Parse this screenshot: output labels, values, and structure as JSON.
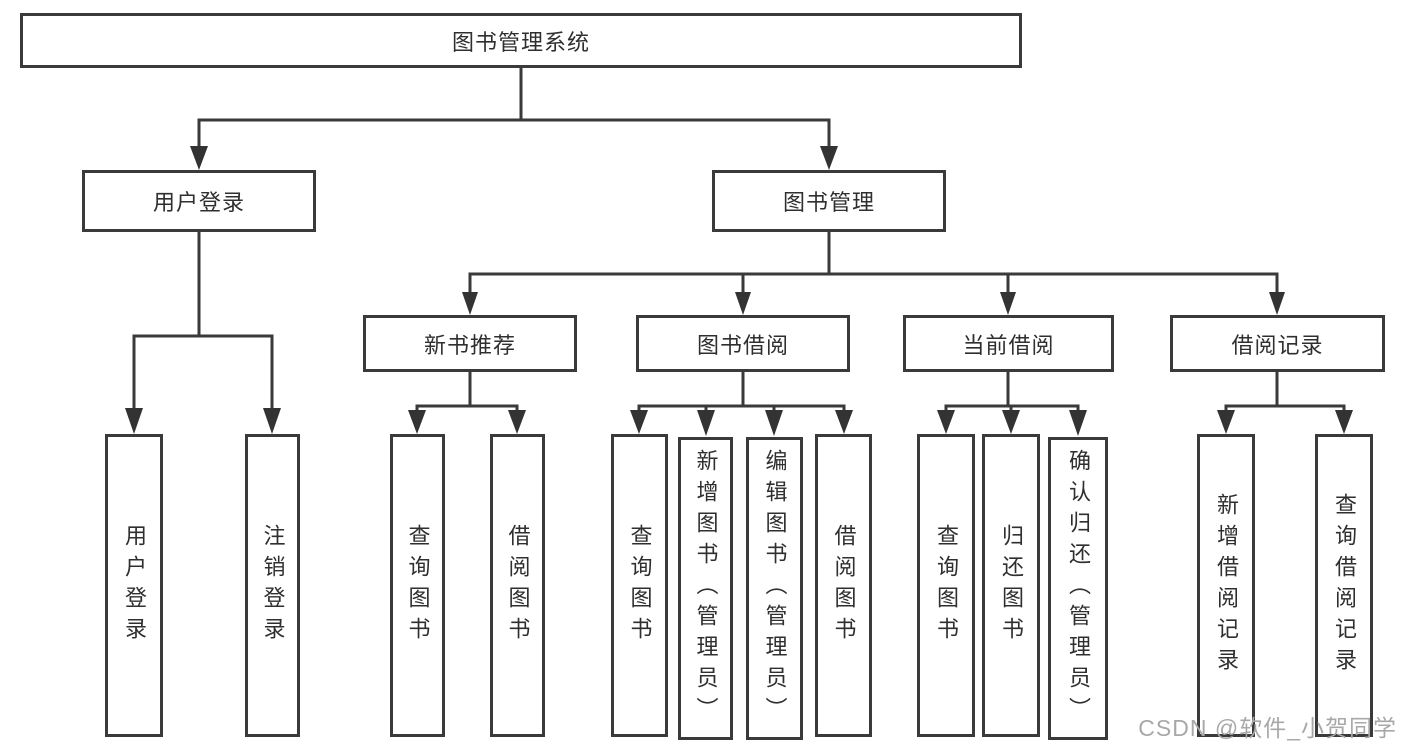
{
  "colors": {
    "background": "#ffffff",
    "line": "#3a3a3a",
    "box_border": "#3a3a3a",
    "text": "#2f2f2f",
    "watermark": "#a8a8a8"
  },
  "watermark": "CSDN @软件_小贺同学",
  "nodes": {
    "root": {
      "label": "图书管理系统"
    },
    "user_login": {
      "label": "用户登录"
    },
    "book_mgmt": {
      "label": "图书管理"
    },
    "new_book_rec": {
      "label": "新书推荐"
    },
    "book_borrow": {
      "label": "图书借阅"
    },
    "current_borrow": {
      "label": "当前借阅"
    },
    "borrow_records": {
      "label": "借阅记录"
    },
    "leaf_user_login": {
      "label": "用户登录"
    },
    "leaf_logout": {
      "label": "注销登录"
    },
    "leaf_rec_query": {
      "label": "查询图书"
    },
    "leaf_rec_borrow": {
      "label": "借阅图书"
    },
    "leaf_borrow_query": {
      "label": "查询图书"
    },
    "leaf_borrow_add": {
      "label": "新增图书（管理员）"
    },
    "leaf_borrow_edit": {
      "label": "编辑图书（管理员）"
    },
    "leaf_borrow_borrow": {
      "label": "借阅图书"
    },
    "leaf_current_query": {
      "label": "查询图书"
    },
    "leaf_current_return": {
      "label": "归还图书"
    },
    "leaf_current_confirm": {
      "label": "确认归还（管理员）"
    },
    "leaf_records_add": {
      "label": "新增借阅记录"
    },
    "leaf_records_query": {
      "label": "查询借阅记录"
    }
  }
}
